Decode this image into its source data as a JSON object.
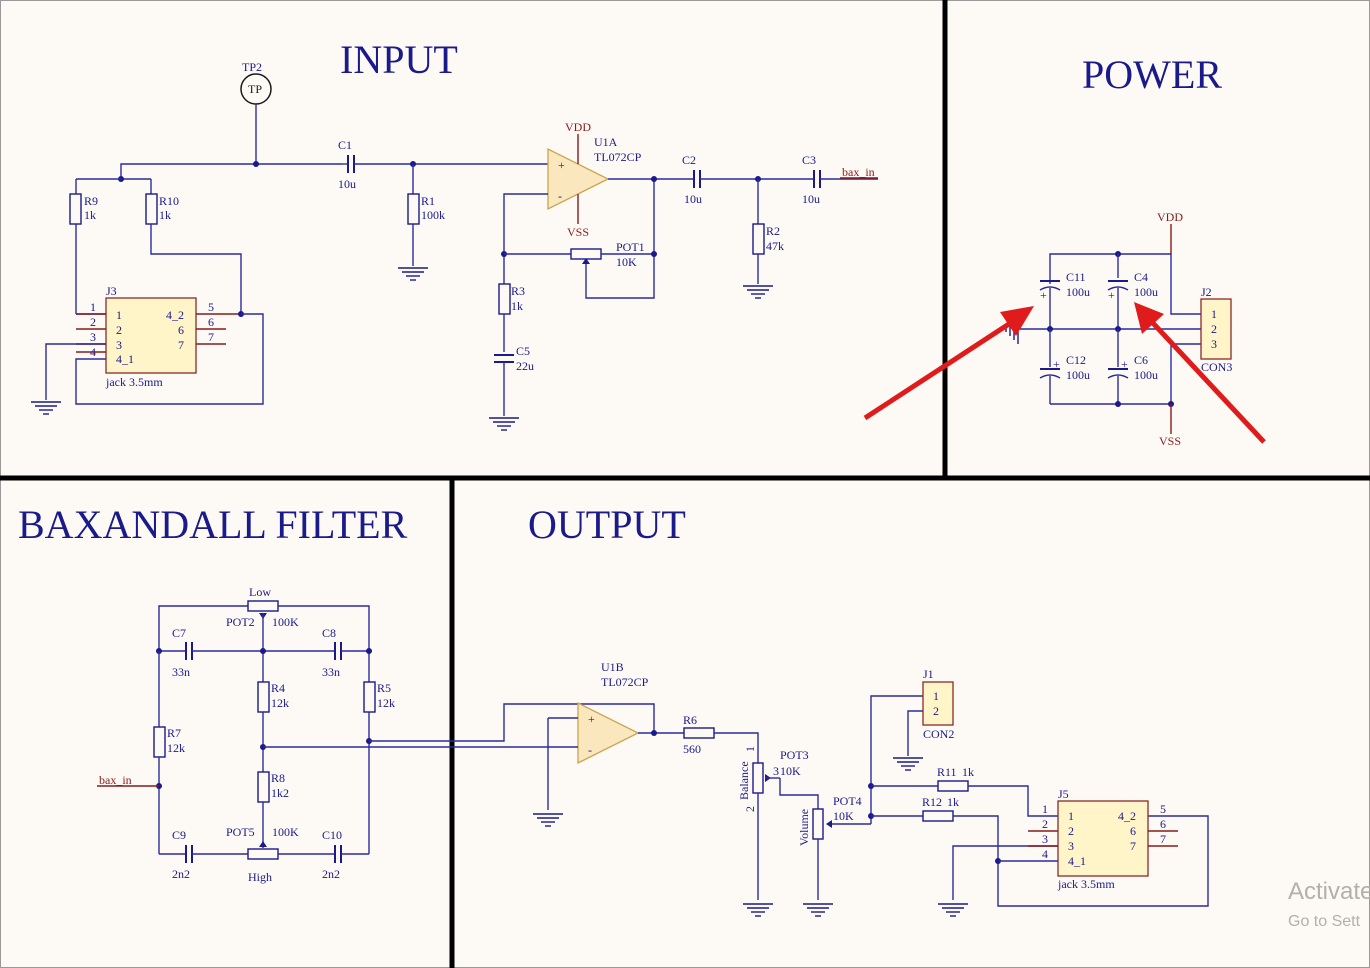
{
  "sections": {
    "input": "INPUT",
    "power": "POWER",
    "baxandall": "BAXANDALL FILTER",
    "output": "OUTPUT"
  },
  "input": {
    "tp2": "TP2",
    "tp": "TP",
    "c1": "C1",
    "c1_val": "10u",
    "r1": "R1",
    "r1_val": "100k",
    "r9": "R9",
    "r9_val": "1k",
    "r10": "R10",
    "r10_val": "1k",
    "vdd": "VDD",
    "vss": "VSS",
    "u1a": "U1A",
    "u1a_part": "TL072CP",
    "c2": "C2",
    "c2_val": "10u",
    "c3": "C3",
    "c3_val": "10u",
    "net_out": "bax_in",
    "r2": "R2",
    "r2_val": "47k",
    "pot1": "POT1",
    "pot1_val": "10K",
    "r3": "R3",
    "r3_val": "1k",
    "c5": "C5",
    "c5_val": "22u",
    "j3": "J3",
    "j3_part": "jack 3.5mm",
    "j3_pins_left": [
      "1",
      "2",
      "3",
      "4"
    ],
    "j3_pins_in": [
      "1",
      "2",
      "3",
      "4_1"
    ],
    "j3_pins_right_in": [
      "4_2",
      "6",
      "7"
    ],
    "j3_pins_right": [
      "5",
      "6",
      "7"
    ]
  },
  "power": {
    "vdd": "VDD",
    "vss": "VSS",
    "c11": "C11",
    "c11_val": "100u",
    "c4": "C4",
    "c4_val": "100u",
    "c12": "C12",
    "c12_val": "100u",
    "c6": "C6",
    "c6_val": "100u",
    "j2": "J2",
    "j2_part": "CON3",
    "j2_pins": [
      "1",
      "2",
      "3"
    ],
    "plus": "+"
  },
  "baxandall": {
    "low": "Low",
    "pot2": "POT2",
    "pot2_val": "100K",
    "c7": "C7",
    "c7_val": "33n",
    "c8": "C8",
    "c8_val": "33n",
    "r4": "R4",
    "r4_val": "12k",
    "r5": "R5",
    "r5_val": "12k",
    "r7": "R7",
    "r7_val": "12k",
    "r8": "R8",
    "r8_val": "1k2",
    "net_in": "bax_in",
    "c9": "C9",
    "c9_val": "2n2",
    "c10": "C10",
    "c10_val": "2n2",
    "pot5": "POT5",
    "pot5_val": "100K",
    "high": "High"
  },
  "output": {
    "u1b": "U1B",
    "u1b_part": "TL072CP",
    "r6": "R6",
    "r6_val": "560",
    "pot3": "POT3",
    "pot3_val": "10K",
    "pot3_pin": "3",
    "balance": "Balance",
    "bal_pin1": "1",
    "bal_pin2": "2",
    "pot4": "POT4",
    "pot4_val": "10K",
    "volume": "Volume",
    "j1": "J1",
    "j1_part": "CON2",
    "j1_pins": [
      "1",
      "2"
    ],
    "r11": "R11",
    "r11_val": "1k",
    "r12": "R12",
    "r12_val": "1k",
    "j5": "J5",
    "j5_part": "jack 3.5mm",
    "j5_pins_left": [
      "1",
      "2",
      "3",
      "4"
    ],
    "j5_pins_in": [
      "1",
      "2",
      "3",
      "4_1"
    ],
    "j5_pins_right_in": [
      "4_2",
      "6",
      "7"
    ],
    "j5_pins_right": [
      "5",
      "6",
      "7"
    ]
  },
  "watermark": {
    "line1": "Activate",
    "line2": "Go to Sett"
  },
  "colors": {
    "wire": "#2b2ba0",
    "text": "#1a1a8a",
    "net": "#8a1a1a",
    "annotation": "#e01b1b",
    "component_fill": "#fff5c8"
  }
}
